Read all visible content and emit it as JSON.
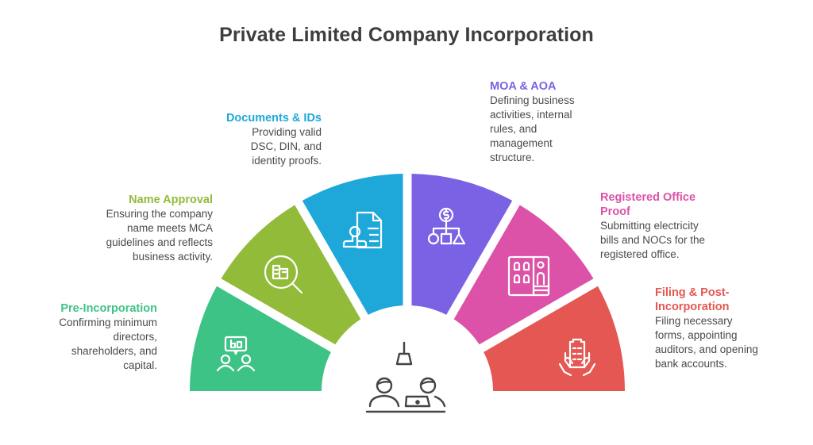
{
  "title": "Private Limited Company Incorporation",
  "center_icon": "meeting-discussion-icon",
  "steps": [
    {
      "title": "Pre-Incorporation",
      "description_lines": [
        "Confirming minimum",
        "directors,",
        "shareholders, and",
        "capital."
      ],
      "color": "#3dc385",
      "icon": "people-discussion-icon",
      "side": "left"
    },
    {
      "title": "Name Approval",
      "description_lines": [
        "Ensuring the company",
        "name meets MCA",
        "guidelines and reflects",
        "business activity."
      ],
      "color": "#93bb3a",
      "icon": "magnifier-building-icon",
      "side": "left"
    },
    {
      "title": "Documents & IDs",
      "description_lines": [
        "Providing valid",
        "DSC, DIN, and",
        "identity proofs."
      ],
      "color": "#1ea8d9",
      "icon": "document-stamp-icon",
      "side": "left"
    },
    {
      "title": "MOA & AOA",
      "description_lines": [
        "Defining business",
        "activities, internal",
        "rules, and",
        "management",
        "structure."
      ],
      "color": "#7b62e4",
      "icon": "org-structure-dollar-icon",
      "side": "right"
    },
    {
      "title_lines": [
        "Registered Office",
        "Proof"
      ],
      "title": "Registered Office Proof",
      "description_lines": [
        "Submitting electricity",
        "bills and NOCs for the",
        "registered office."
      ],
      "color": "#dc52a8",
      "icon": "office-building-icon",
      "side": "right"
    },
    {
      "title_lines": [
        "Filing & Post-",
        "Incorporation"
      ],
      "title": "Filing & Post-Incorporation",
      "description_lines": [
        "Filing necessary",
        "forms, appointing",
        "auditors, and opening",
        "bank accounts."
      ],
      "color": "#e55752",
      "icon": "hands-holding-document-icon",
      "side": "right"
    }
  ]
}
